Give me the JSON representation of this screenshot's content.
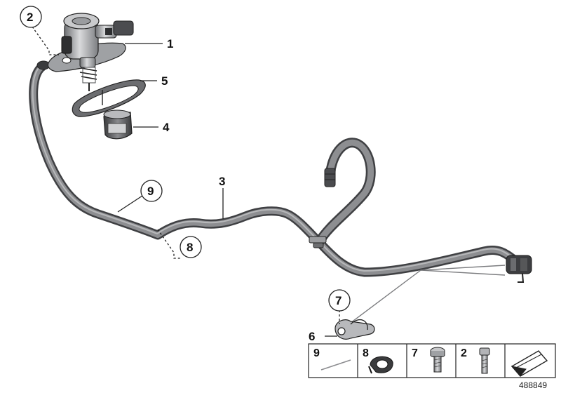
{
  "callouts": {
    "part_1": "1",
    "part_2": "2",
    "part_3": "3",
    "part_4": "4",
    "part_5": "5",
    "part_6": "6",
    "part_7": "7",
    "part_8": "8",
    "part_9": "9"
  },
  "legend": {
    "cells": [
      {
        "number": "9",
        "icon": "cable-tie-icon"
      },
      {
        "number": "8",
        "icon": "hose-clamp-icon"
      },
      {
        "number": "7",
        "icon": "torx-screw-icon"
      },
      {
        "number": "2",
        "icon": "hex-bolt-icon"
      },
      {
        "number": "",
        "icon": "arrow-symbol-icon"
      }
    ]
  },
  "document_number": "488849",
  "colors": {
    "hose": "#5f6063",
    "hose_highlight": "#8d8e91",
    "metal": "#a7a9ac",
    "dark": "#2b2b2b"
  }
}
